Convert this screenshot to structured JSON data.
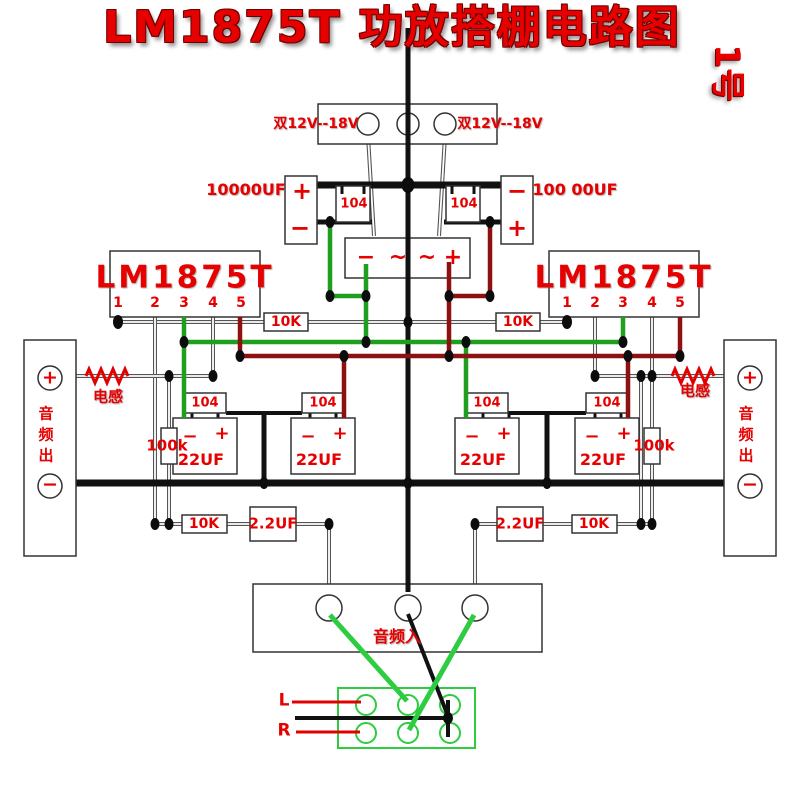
{
  "title": "LM1875T 功放搭棚电路图",
  "corner_tag": "1号",
  "symbols": {
    "plus": "+",
    "minus": "−",
    "tilde": "~"
  },
  "power_input": {
    "label_left": "双12V--18V",
    "label_right": "双12V--18V"
  },
  "filter_caps": {
    "left_value": "10000UF",
    "right_value": "100 00UF",
    "bypass_value": "104"
  },
  "rectifier": {
    "minus": "−",
    "ac1": "~",
    "ac2": "~",
    "plus": "+"
  },
  "ic_left": {
    "name": "LM1875T",
    "pins": [
      "1",
      "2",
      "3",
      "4",
      "5"
    ]
  },
  "ic_right": {
    "name": "LM1875T",
    "pins": [
      "1",
      "2",
      "3",
      "4",
      "5"
    ]
  },
  "resistors": {
    "feedback": "10K",
    "grid": "100k",
    "input": "10K"
  },
  "capacitors": {
    "film": "104",
    "electrolytic": "22UF",
    "input_coupling": "2.2UF"
  },
  "inductor": {
    "label": "电感"
  },
  "audio_out": {
    "label": "音频出"
  },
  "audio_in": {
    "label": "音频入"
  },
  "input_channels": {
    "left": "L",
    "right": "R"
  },
  "colors": {
    "wire_green": "#1f9e1f",
    "wire_dark_red": "#8e1111",
    "wire_bright_green": "#2ecc40",
    "accent_red": "#e60000"
  }
}
